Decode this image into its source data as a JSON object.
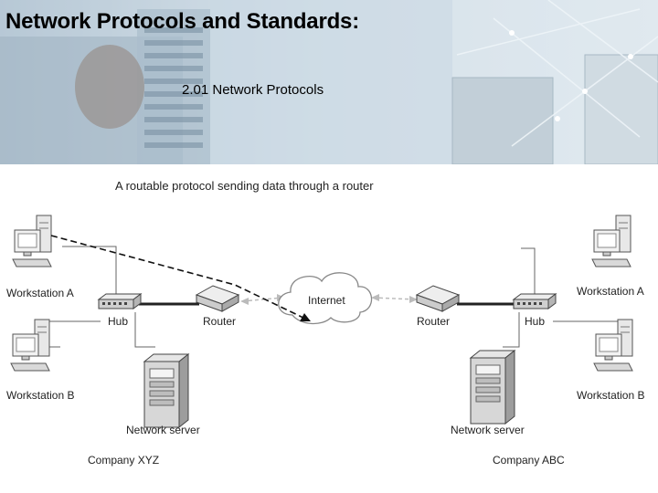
{
  "slide": {
    "title": "Network Protocols and Standards:",
    "subtitle": "2.01 Network Protocols"
  },
  "diagram": {
    "caption": "A routable protocol sending data through a router",
    "cloud_label": "Internet",
    "left_company": {
      "workstation_a": "Workstation A",
      "workstation_b": "Workstation B",
      "hub": "Hub",
      "router": "Router",
      "server": "Network server",
      "company": "Company XYZ"
    },
    "right_company": {
      "workstation_a": "Workstation A",
      "workstation_b": "Workstation B",
      "hub": "Hub",
      "router": "Router",
      "server": "Network server",
      "company": "Company ABC"
    }
  }
}
